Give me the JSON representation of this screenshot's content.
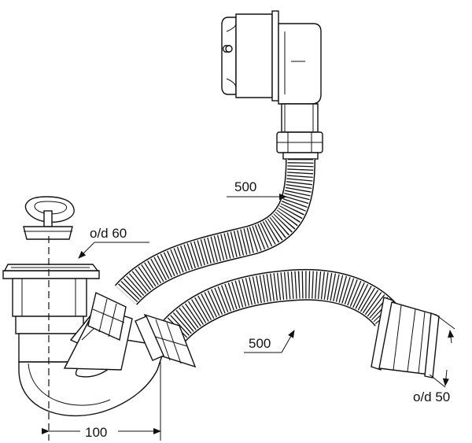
{
  "labels": {
    "outlet_diameter_top": "o/d 60",
    "hose_length_upper": "500",
    "hose_length_lower": "500",
    "outlet_diameter_right": "o/d 50",
    "offset_dimension": "100"
  },
  "colors": {
    "line": "#111111",
    "background": "#ffffff"
  },
  "icons": {
    "arrow": "arrow-head"
  }
}
